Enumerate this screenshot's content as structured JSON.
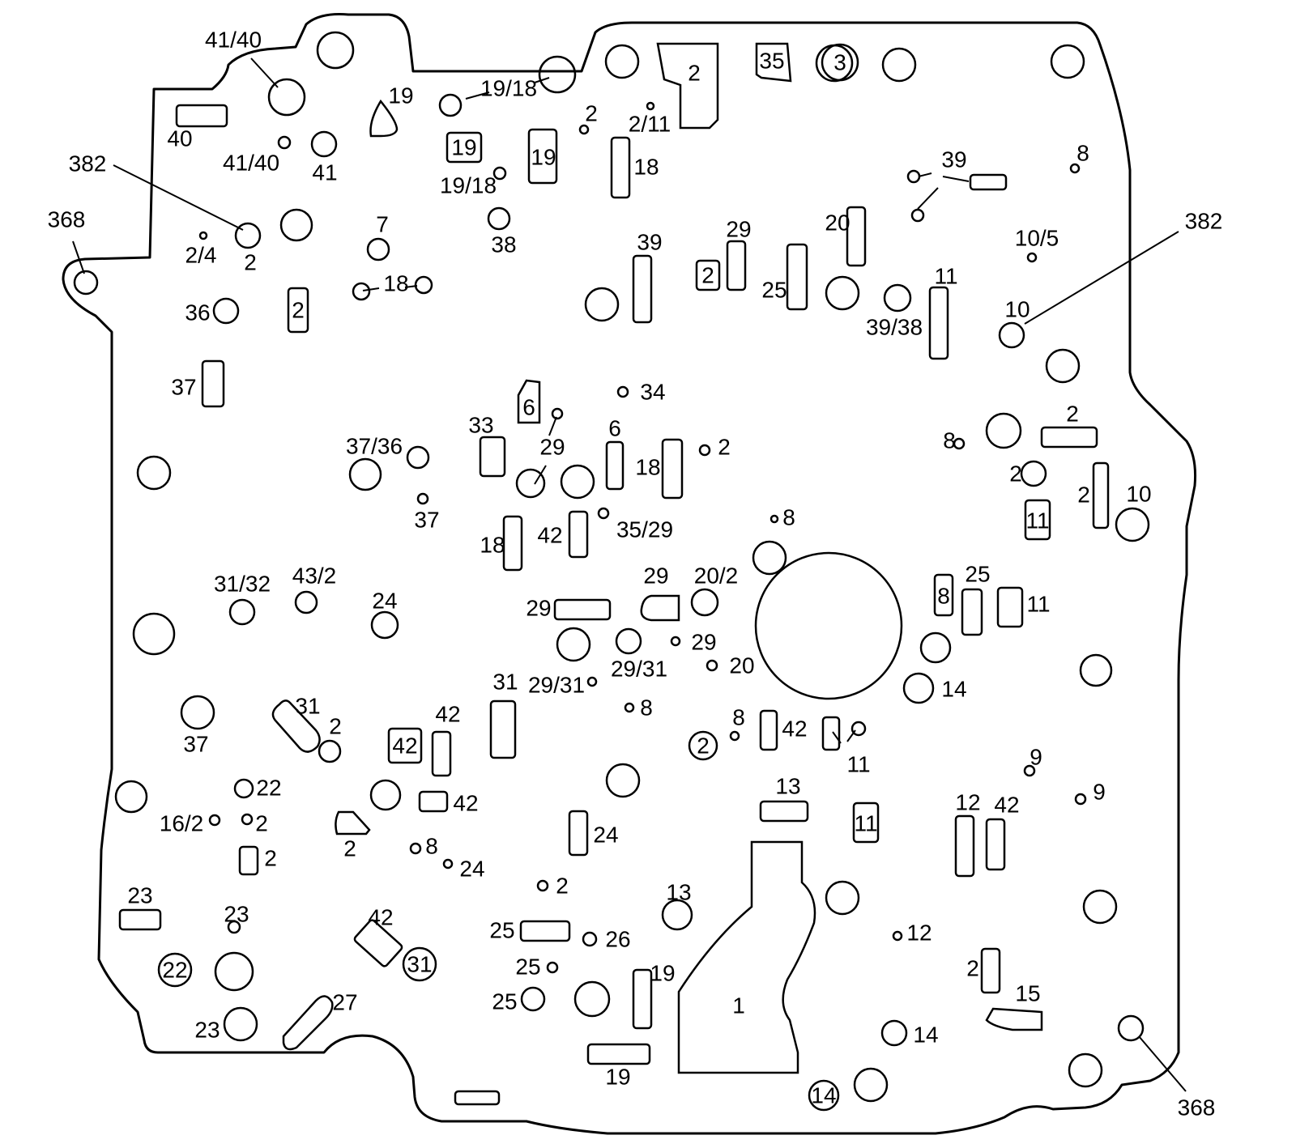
{
  "labels": [
    "41/40",
    "19",
    "19/18",
    "2",
    "35",
    "3",
    "40",
    "41/40",
    "41",
    "2",
    "2/11",
    "18",
    "19",
    "19",
    "19/18",
    "382",
    "368",
    "7",
    "38",
    "2/4",
    "2",
    "39",
    "29",
    "20",
    "25",
    "2",
    "39",
    "8",
    "10/5",
    "382",
    "11",
    "39/38",
    "36",
    "18",
    "2",
    "10",
    "37",
    "6",
    "34",
    "33",
    "29",
    "6",
    "18",
    "2",
    "8",
    "2",
    "37/36",
    "2",
    "10",
    "2",
    "37",
    "35/29",
    "18",
    "42",
    "8",
    "11",
    "25",
    "31/32",
    "43/2",
    "29",
    "20/2",
    "24",
    "29",
    "8",
    "11",
    "29",
    "29/31",
    "29/31",
    "20",
    "14",
    "31",
    "31",
    "8",
    "2",
    "37",
    "2",
    "8",
    "42",
    "42",
    "42",
    "11",
    "9",
    "22",
    "13",
    "9",
    "16/2",
    "2",
    "42",
    "12",
    "42",
    "2",
    "8",
    "11",
    "24",
    "2",
    "24",
    "2",
    "23",
    "23",
    "42",
    "13",
    "12",
    "25",
    "26",
    "22",
    "31",
    "25",
    "19",
    "2",
    "15",
    "25",
    "1",
    "23",
    "27",
    "14",
    "19",
    "14",
    "368"
  ]
}
